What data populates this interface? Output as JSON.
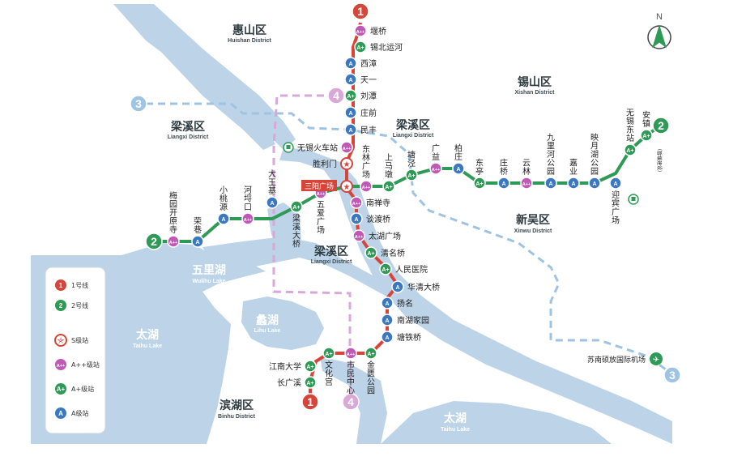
{
  "colors": {
    "water": "#bcd3e8",
    "land": "#ffffff",
    "line1": "#d6453a",
    "line2": "#2e9a55",
    "line3": "#9ec3e3",
    "line4": "#d9a7d8",
    "gradeS": "#d6453a",
    "gradeAPlusPlus": "#c058b5",
    "gradeAPlus": "#2e9a55",
    "gradeA": "#3b78c2"
  },
  "compass": {
    "label": "N"
  },
  "districts": [
    {
      "id": "huishan",
      "zh": "惠山区",
      "en": "Huishan District"
    },
    {
      "id": "xishan",
      "zh": "锡山区",
      "en": "Xishan District"
    },
    {
      "id": "liangxi-w",
      "zh": "梁溪区",
      "en": "Liangxi District"
    },
    {
      "id": "liangxi-n",
      "zh": "梁溪区",
      "en": "Liangxi District"
    },
    {
      "id": "liangxi-c",
      "zh": "梁溪区",
      "en": "Liangxi District"
    },
    {
      "id": "xinwu",
      "zh": "新吴区",
      "en": "Xinwu District"
    },
    {
      "id": "binhu",
      "zh": "滨湖区",
      "en": "Binhu District"
    }
  ],
  "waters": [
    {
      "id": "wulihu",
      "zh": "五里湖",
      "en": "Wulihu Lake"
    },
    {
      "id": "lihu",
      "zh": "蠡湖",
      "en": "Lihu Lake"
    },
    {
      "id": "taihu-w",
      "zh": "太湖",
      "en": "Taihu Lake"
    },
    {
      "id": "taihu-s",
      "zh": "太湖",
      "en": "Taihu Lake"
    }
  ],
  "line_badges": [
    {
      "id": "l1-north",
      "line": "1",
      "label": "1"
    },
    {
      "id": "l1-south",
      "line": "1",
      "label": "1"
    },
    {
      "id": "l2-west",
      "line": "2",
      "label": "2"
    },
    {
      "id": "l2-east",
      "line": "2",
      "label": "2"
    },
    {
      "id": "l3-west",
      "line": "3",
      "label": "3"
    },
    {
      "id": "l3-east",
      "line": "3",
      "label": "3"
    },
    {
      "id": "l4-north",
      "line": "4",
      "label": "4"
    },
    {
      "id": "l4-south",
      "line": "4",
      "label": "4"
    }
  ],
  "grades": {
    "S": "S",
    "AA": "A++",
    "AP": "A+",
    "A": "A"
  },
  "stations": [
    {
      "id": "s01",
      "name": "堰桥",
      "grade": "AA"
    },
    {
      "id": "s02",
      "name": "锡北运河",
      "grade": "AP"
    },
    {
      "id": "s03",
      "name": "西漳",
      "grade": "A"
    },
    {
      "id": "s04",
      "name": "天一",
      "grade": "A"
    },
    {
      "id": "s05",
      "name": "刘潭",
      "grade": "AP"
    },
    {
      "id": "s06",
      "name": "庄前",
      "grade": "A"
    },
    {
      "id": "s07",
      "name": "民丰",
      "grade": "A"
    },
    {
      "id": "s08",
      "name": "无锡火车站",
      "grade": "AA"
    },
    {
      "id": "s09",
      "name": "胜利门",
      "grade": "S"
    },
    {
      "id": "s10",
      "name": "三阳广场",
      "grade": "S"
    },
    {
      "id": "s11",
      "name": "南禅寺",
      "grade": "AA"
    },
    {
      "id": "s12",
      "name": "谈渡桥",
      "grade": "A"
    },
    {
      "id": "s13",
      "name": "太湖广场",
      "grade": "AA"
    },
    {
      "id": "s14",
      "name": "清名桥",
      "grade": "AP"
    },
    {
      "id": "s15",
      "name": "人民医院",
      "grade": "AP"
    },
    {
      "id": "s16",
      "name": "华清大桥",
      "grade": "A"
    },
    {
      "id": "s17",
      "name": "扬名",
      "grade": "A"
    },
    {
      "id": "s18",
      "name": "南湖家园",
      "grade": "A"
    },
    {
      "id": "s19",
      "name": "塘铁桥",
      "grade": "A"
    },
    {
      "id": "s20",
      "name": "金匮公园",
      "grade": "AP"
    },
    {
      "id": "s21",
      "name": "市民中心",
      "grade": "AA"
    },
    {
      "id": "s22",
      "name": "文化宫",
      "grade": "AP"
    },
    {
      "id": "s23",
      "name": "江南大学",
      "grade": "AP"
    },
    {
      "id": "s24",
      "name": "长广溪",
      "grade": "AP"
    },
    {
      "id": "s25",
      "name": "梅园开原寺",
      "grade": "AA"
    },
    {
      "id": "s26",
      "name": "荣巷",
      "grade": "A"
    },
    {
      "id": "s27",
      "name": "小桃源",
      "grade": "A"
    },
    {
      "id": "s28",
      "name": "河埒口",
      "grade": "AA"
    },
    {
      "id": "s29",
      "name": "梁溪大桥",
      "grade": "AP"
    },
    {
      "id": "s30",
      "name": "大王基",
      "grade": "A"
    },
    {
      "id": "s31",
      "name": "五爱广场",
      "grade": "AA"
    },
    {
      "id": "s32",
      "name": "东林广场",
      "grade": "AA"
    },
    {
      "id": "s33",
      "name": "上马墩",
      "grade": "AP"
    },
    {
      "id": "s34",
      "name": "塘泾",
      "grade": "AP"
    },
    {
      "id": "s35",
      "name": "广益",
      "grade": "AA"
    },
    {
      "id": "s36",
      "name": "柏庄",
      "grade": "A"
    },
    {
      "id": "s37",
      "name": "东亭",
      "grade": "AP"
    },
    {
      "id": "s38",
      "name": "庄桥",
      "grade": "A"
    },
    {
      "id": "s39",
      "name": "云林",
      "grade": "AA"
    },
    {
      "id": "s40",
      "name": "九里河公园",
      "grade": "A"
    },
    {
      "id": "s41",
      "name": "嘉业",
      "grade": "A"
    },
    {
      "id": "s42",
      "name": "映月湖公园",
      "grade": "A"
    },
    {
      "id": "s43",
      "name": "迎宾广场",
      "grade": "A"
    },
    {
      "id": "s44",
      "name": "无锡东站",
      "grade": "AP"
    },
    {
      "id": "s45",
      "name": "安镇",
      "grade": "AP"
    }
  ],
  "station_notes": {
    "anzhen_sub": "（暂缓建设）",
    "airport": "苏南硕放国际机场"
  },
  "legend": {
    "items": [
      {
        "id": "line1",
        "label": "1号线",
        "symbol": "1"
      },
      {
        "id": "line2",
        "label": "2号线",
        "symbol": "2"
      },
      {
        "id": "gradeS",
        "label": "S级站",
        "symbol": "S"
      },
      {
        "id": "gradeAA",
        "label": "A++级站",
        "symbol": "A++"
      },
      {
        "id": "gradeAP",
        "label": "A+级站",
        "symbol": "A+"
      },
      {
        "id": "gradeA",
        "label": "A级站",
        "symbol": "A"
      }
    ]
  }
}
